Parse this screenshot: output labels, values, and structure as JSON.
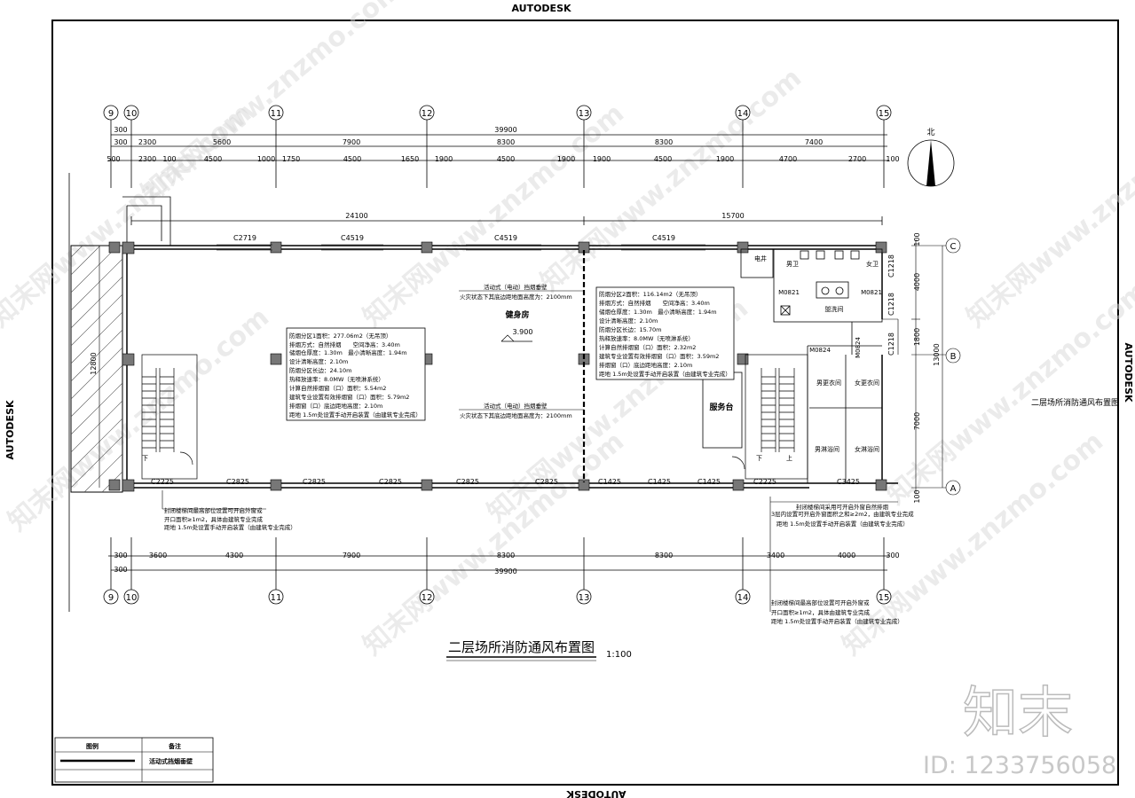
{
  "sheet": {
    "autodesk": "AUTODESK",
    "sheet_caption": "二层场所消防通风布置图"
  },
  "grid": {
    "axes": [
      "9",
      "10",
      "11",
      "12",
      "13",
      "14",
      "15"
    ],
    "rows": [
      "C",
      "B",
      "A"
    ],
    "total": "39900",
    "top_tiny": [
      "300",
      "300",
      "500"
    ],
    "top_row1": [
      "2300",
      "5600",
      "7900",
      "8300",
      "8300",
      "7400"
    ],
    "top_row2": [
      "2300",
      "100",
      "4500",
      "1000",
      "1750",
      "4500",
      "1650",
      "1900",
      "4500",
      "1900",
      "1900",
      "4500",
      "1900",
      "4700",
      "2700",
      "100"
    ],
    "span_left": "24100",
    "span_right": "15700",
    "left_height": "12800",
    "bottom_tiny": "300",
    "bottom_row": [
      "3600",
      "4300",
      "7900",
      "8300",
      "8300",
      "3400",
      "4000"
    ],
    "right_dims": [
      "100",
      "4000",
      "1800",
      "7000",
      "100"
    ],
    "right_total": "13000",
    "right_windows": [
      "C1218",
      "C1218",
      "C1218"
    ]
  },
  "windows": {
    "top": [
      "C2719",
      "C4519",
      "C4519",
      "C4519"
    ],
    "bottom": [
      "C2225",
      "C2825",
      "C2825",
      "C2825",
      "C2825",
      "C2825",
      "C1425",
      "C1425",
      "C1425",
      "C2225",
      "C3425"
    ]
  },
  "rooms": {
    "gym": "健身房",
    "elevation": "3.900",
    "service": "服务台",
    "elec": "电井",
    "men_wc": "男卫",
    "women_wc": "女卫",
    "washroom": "盥洗间",
    "men_change": "男更衣间",
    "women_change": "女更衣间",
    "men_shower": "男淋浴间",
    "women_shower": "女淋浴间",
    "door_m0821a": "M0821",
    "door_m0821b": "M0821",
    "door_m0824a": "M0824",
    "door_m0824b": "M0824",
    "down1": "下",
    "down2": "下",
    "up": "上"
  },
  "notes": {
    "zone1": [
      "防烟分区1面积：277.06m2（无吊顶）",
      "排烟方式：自然排烟　　空间净高：3.40m",
      "储烟仓厚度：1.30m　最小清晰高度：1.94m",
      "设计清晰高度：2.10m",
      "防烟分区长边：24.10m",
      "热释放速率：8.0MW（无喷淋系统）",
      "计算自然排烟窗（口）面积：5.54m2",
      "建筑专业设置有效排烟窗（口）面积：5.79m2",
      "排烟窗（口）底边距地高度：2.10m",
      "距地 1.5m处设置手动开启装置（由建筑专业完成）"
    ],
    "zone2": [
      "防烟分区2面积：116.14m2（无吊顶）",
      "排烟方式：自然排烟　　空间净高：3.40m",
      "储烟仓厚度：1.30m　最小清晰高度：1.94m",
      "设计清晰高度：2.10m",
      "防烟分区长边：15.70m",
      "热释放速率：8.0MW（无喷淋系统）",
      "计算自然排烟窗（口）面积：2.32m2",
      "建筑专业设置有效排烟窗（口）面积：3.59m2",
      "排烟窗（口）底边距地高度：2.10m",
      "距地 1.5m处设置手动开启装置（由建筑专业完成）"
    ],
    "curtain_a": [
      "活动式（电动）挡烟垂壁",
      "火灾状态下其底边距地面高度为：2100mm"
    ],
    "curtain_b": [
      "活动式（电动）挡烟垂壁",
      "火灾状态下其底边距地面高度为：2100mm"
    ],
    "stair_left": [
      "封闭楼梯间最高部位设置可开启外窗或",
      "开口面积≥1m2，具体由建筑专业完成",
      "距地 1.5m处设置手动开启装置（由建筑专业完成）"
    ],
    "stair_right_top": [
      "封闭楼梯间采用可开启外窗自然排烟",
      "3层内设置可开启外窗面积之和≥2m2，由建筑专业完成",
      "距地 1.5m处设置手动开启装置（由建筑专业完成）"
    ],
    "stair_right_bottom": [
      "封闭楼梯间最高部位设置可开启外窗或",
      "开口面积≥1m2，具体由建筑专业完成",
      "距地 1.5m处设置手动开启装置（由建筑专业完成）"
    ]
  },
  "title": {
    "main": "二层场所消防通风布置图",
    "scale": "1:100"
  },
  "north": {
    "label": "北"
  },
  "legend": {
    "col1": "图例",
    "col2": "备注",
    "item_label": "活动式挡烟垂壁"
  },
  "watermark": {
    "brand": "知末",
    "id": "ID: 1233756058",
    "text": "知末网www.znzmo.com"
  }
}
